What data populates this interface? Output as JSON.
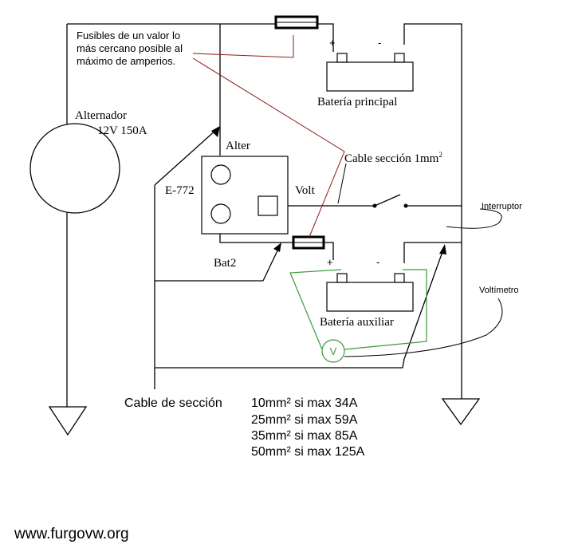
{
  "labels": {
    "fuse_note_line1": "Fusibles de un valor lo",
    "fuse_note_line2": "más cercano posible al",
    "fuse_note_line3": "máximo de amperios.",
    "alternator_line1": "Alternador",
    "alternator_line2": "12V 150A",
    "main_battery": "Batería principal",
    "aux_battery": "Batería auxiliar",
    "plus": "+",
    "minus": "-",
    "alter": "Alter",
    "relay_model": "E-772",
    "volt": "Volt",
    "bat2": "Bat2",
    "cable_section": "Cable sección 1mm",
    "cable_section_exp": "2",
    "interruptor": "Interruptor",
    "voltimetro": "Voltímetro",
    "voltmeter_symbol": "V",
    "cable_table_title": "Cable de sección",
    "cable_rows": [
      "10mm² si max 34A",
      "25mm² si max 59A",
      "35mm² si max 85A",
      "50mm² si max 125A"
    ],
    "website": "www.furgovw.org"
  },
  "colors": {
    "wire": "#000000",
    "annotation_line": "#8b1a1a",
    "voltmeter": "#3a9a3a",
    "background": "#ffffff"
  }
}
